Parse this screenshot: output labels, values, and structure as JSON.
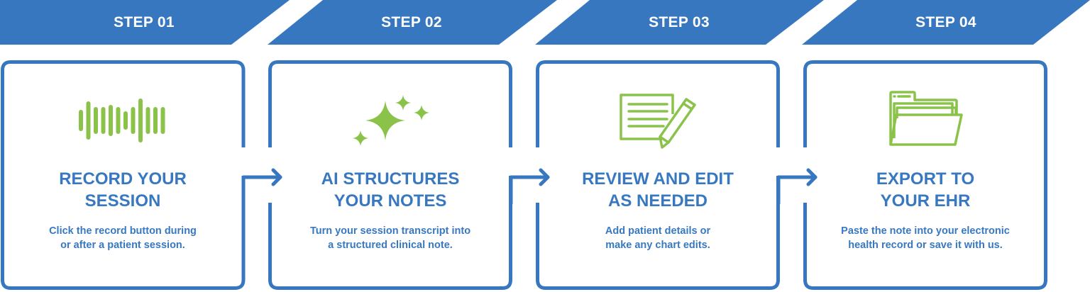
{
  "colors": {
    "banner": "#3677BF",
    "border": "#3677BF",
    "heading": "#3878C0",
    "icon": "#8BC34A",
    "background": "#FFFFFF"
  },
  "steps": [
    {
      "banner_label": "STEP 01",
      "icon": "waveform-icon",
      "title": "RECORD YOUR\nSESSION",
      "description": "Click the record button during\nor after a patient session."
    },
    {
      "banner_label": "STEP 02",
      "icon": "sparkles-icon",
      "title": "AI STRUCTURES\nYOUR NOTES",
      "description": "Turn your session transcript into\na structured clinical note."
    },
    {
      "banner_label": "STEP 03",
      "icon": "document-pencil-icon",
      "title": "REVIEW AND EDIT\nAS NEEDED",
      "description": "Add patient details or\nmake any chart edits."
    },
    {
      "banner_label": "STEP 04",
      "icon": "folder-icon",
      "title": "EXPORT TO\nYOUR EHR",
      "description": "Paste the note into your electronic\nhealth record or save it with us."
    }
  ],
  "connectors": [
    {
      "from": "STEP 01",
      "to": "STEP 02",
      "icon": "arrow-right-icon"
    },
    {
      "from": "STEP 02",
      "to": "STEP 03",
      "icon": "arrow-right-icon"
    },
    {
      "from": "STEP 03",
      "to": "STEP 04",
      "icon": "arrow-right-icon"
    }
  ]
}
